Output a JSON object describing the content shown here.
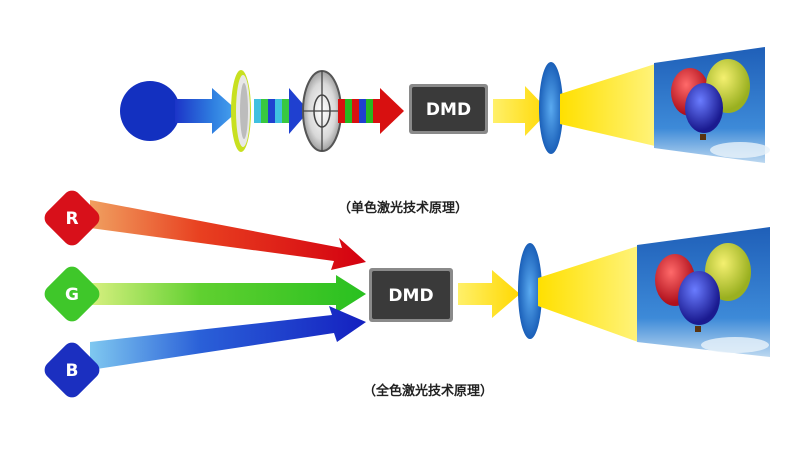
{
  "single_laser": {
    "dmd_label": "DMD",
    "caption": "（单色激光技术原理）"
  },
  "full_color_laser": {
    "dmd_label": "DMD",
    "caption": "（全色激光技术原理）",
    "sources": [
      {
        "letter": "R",
        "color": "#d8101a"
      },
      {
        "letter": "G",
        "color": "#3fc72a"
      },
      {
        "letter": "B",
        "color": "#1b2fc0"
      }
    ]
  },
  "colors": {
    "blue_source": "#1330c0",
    "beam_yellow": "#ffe300",
    "lens_blue": "#2f7fd0",
    "dmd_box": "#3a3a3a",
    "sky": "#2a72c8"
  }
}
